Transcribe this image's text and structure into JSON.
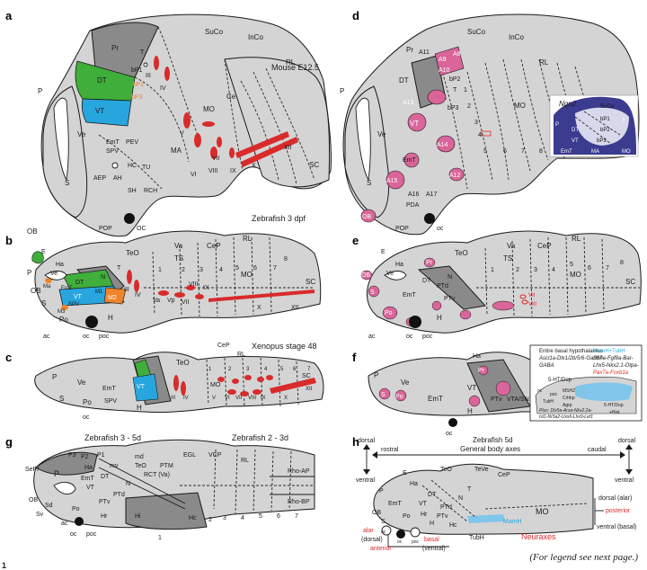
{
  "panels": {
    "a": {
      "letter": "a",
      "title": "Mouse E12.5",
      "labels": [
        "SuCo",
        "InCo",
        "Pr",
        "DT",
        "VT",
        "P",
        "Ve",
        "S",
        "OB",
        "EmT",
        "SPV",
        "PEV",
        "AEP",
        "AH",
        "HC",
        "TU",
        "SH",
        "RCH",
        "POP",
        "OC",
        "MA",
        "T",
        "bP1",
        "bP2",
        "bP3",
        "III",
        "IV",
        "V",
        "VI",
        "VII",
        "VIII",
        "IX",
        "X",
        "XII",
        "Ce",
        "RL",
        "MO",
        "SC"
      ]
    },
    "b": {
      "letter": "b",
      "title": "Zebrafish 3 dpf",
      "labels": [
        "TeO",
        "Va",
        "CeP",
        "RL",
        "TS",
        "E",
        "Ha",
        "Ve",
        "P",
        "OB",
        "S",
        "Po",
        "H",
        "DT",
        "VT",
        "N",
        "T",
        "EmT",
        "SPV",
        "M1",
        "M2",
        "M3",
        "Ma",
        "III",
        "IV",
        "Va",
        "Vp",
        "VII",
        "VIII",
        "IX",
        "X",
        "XII",
        "MO",
        "SC",
        "ac",
        "oc",
        "poc",
        "1",
        "2",
        "3",
        "4",
        "5",
        "6",
        "7",
        "8"
      ]
    },
    "c": {
      "letter": "c",
      "title": "Xenopus stage 48",
      "labels": [
        "P",
        "Ve",
        "S",
        "Po",
        "EmT",
        "SPV",
        "VT",
        "H",
        "TeO",
        "CeP",
        "RL",
        "MO",
        "SC",
        "III",
        "IV",
        "V",
        "VI",
        "VII",
        "VIII",
        "IX",
        "X",
        "XII",
        "oc",
        "1",
        "2",
        "3",
        "4",
        "5",
        "6",
        "7"
      ]
    },
    "d": {
      "letter": "d",
      "title": "",
      "labels": [
        "SuCo",
        "InCo",
        "Pr",
        "DT",
        "VT",
        "P",
        "Ve",
        "S",
        "OB",
        "EmT",
        "A11",
        "A13",
        "A9",
        "A10",
        "A8",
        "A14",
        "A12",
        "A15",
        "A16",
        "A17",
        "PDA",
        "POP",
        "oc",
        "T",
        "bP2",
        "bP3",
        "MO",
        "RL",
        "SC",
        "1",
        "2",
        "3",
        "4",
        "5",
        "6",
        "7",
        "8"
      ]
    },
    "d_inset": {
      "title": "Ngn2",
      "labels": [
        "SuCo",
        "P",
        "DT",
        "VT",
        "EmT",
        "T",
        "bP1",
        "bP2",
        "bP3",
        "MA",
        "MO"
      ]
    },
    "e": {
      "letter": "e",
      "title": "",
      "labels": [
        "TeO",
        "Va",
        "CeP",
        "RL",
        "TS",
        "E",
        "Ha",
        "Pr",
        "Ve",
        "DT",
        "OB",
        "S",
        "Po",
        "EmT",
        "PTd",
        "PTv",
        "N",
        "H",
        "MO",
        "SC",
        "VII",
        "VIII",
        "ac",
        "oc",
        "poc",
        "1",
        "2",
        "3",
        "4",
        "5",
        "6",
        "7",
        "8"
      ]
    },
    "f": {
      "letter": "f",
      "title": "",
      "labels": [
        "P",
        "Ve",
        "S",
        "Po",
        "EmT",
        "VT",
        "H",
        "Ha",
        "Pr",
        "PTv",
        "VTA/SN",
        "oc"
      ]
    },
    "f_box": {
      "heading": "Entire basal hypothalamus",
      "lines": [
        "Ascl1a-Dlx1/2b/5/6-Gad67-",
        "GABA",
        "MamH+TubH",
        "Shha-Fgf8a-Bar-",
        "Lhx5-Nkx2.1-Otpa-",
        "Pax7a-Foxb1a",
        "5-HT/Dop",
        "MSHZ",
        "TubH",
        "Crhbp",
        "Agrp",
        "Plus: Dlx5a-Arxa-Nkx2.2a-",
        "Isl1-Nr5a2-Uxx6-Lhx9-Lef1",
        "5-HT/Dop",
        "+Hist",
        "oc",
        "poc"
      ]
    },
    "g": {
      "letter": "g",
      "title_left": "Zebrafish 3 - 5d",
      "title_right": "Zebrafish 2 - 3d",
      "labels": [
        "SePr",
        "P3",
        "P2",
        "P1",
        "Ha",
        "mv",
        "md",
        "TeO",
        "PTM",
        "EGL",
        "VCP",
        "RCT (Va)",
        "P",
        "OB",
        "Sd",
        "Sv",
        "EmT",
        "VT",
        "DT",
        "N",
        "PTd",
        "PTv",
        "Po",
        "Hr",
        "Hc",
        "Hi",
        "ac",
        "oc",
        "poc",
        "Rho-AP",
        "Rho-BP",
        "RL",
        "1",
        "2",
        "3",
        "4",
        "5",
        "6",
        "7"
      ]
    },
    "h": {
      "letter": "h",
      "title1": "Zebrafish 5d",
      "title2": "General body axes",
      "labels": [
        "dorsal",
        "ventral",
        "rostral",
        "caudal",
        "dorsal",
        "ventral",
        "E",
        "Ha",
        "TeO",
        "TeVe",
        "CeP",
        "P",
        "EmT",
        "DT",
        "VT",
        "PTd",
        "PTv",
        "N",
        "T",
        "MO",
        "OB",
        "S",
        "Po",
        "H",
        "Hr",
        "Hc",
        "ac",
        "oc",
        "poc",
        "TubH",
        "MamH",
        "dorsal (alar)",
        "posterior",
        "ventral (basal)",
        "Neuraxes",
        "alar",
        "(dorsal)",
        "basal",
        "(ventral)",
        "anterior"
      ]
    }
  },
  "figure_number": "1",
  "footer": "(For legend see next page.)",
  "colors": {
    "neural": "#d4d4d4",
    "dark": "#8a8a8a",
    "green": "#3fae3a",
    "blue": "#27a6dd",
    "orange": "#f0832a",
    "red": "#d92b2b",
    "pink": "#d9659a",
    "light_blue": "#7fc6ea"
  }
}
